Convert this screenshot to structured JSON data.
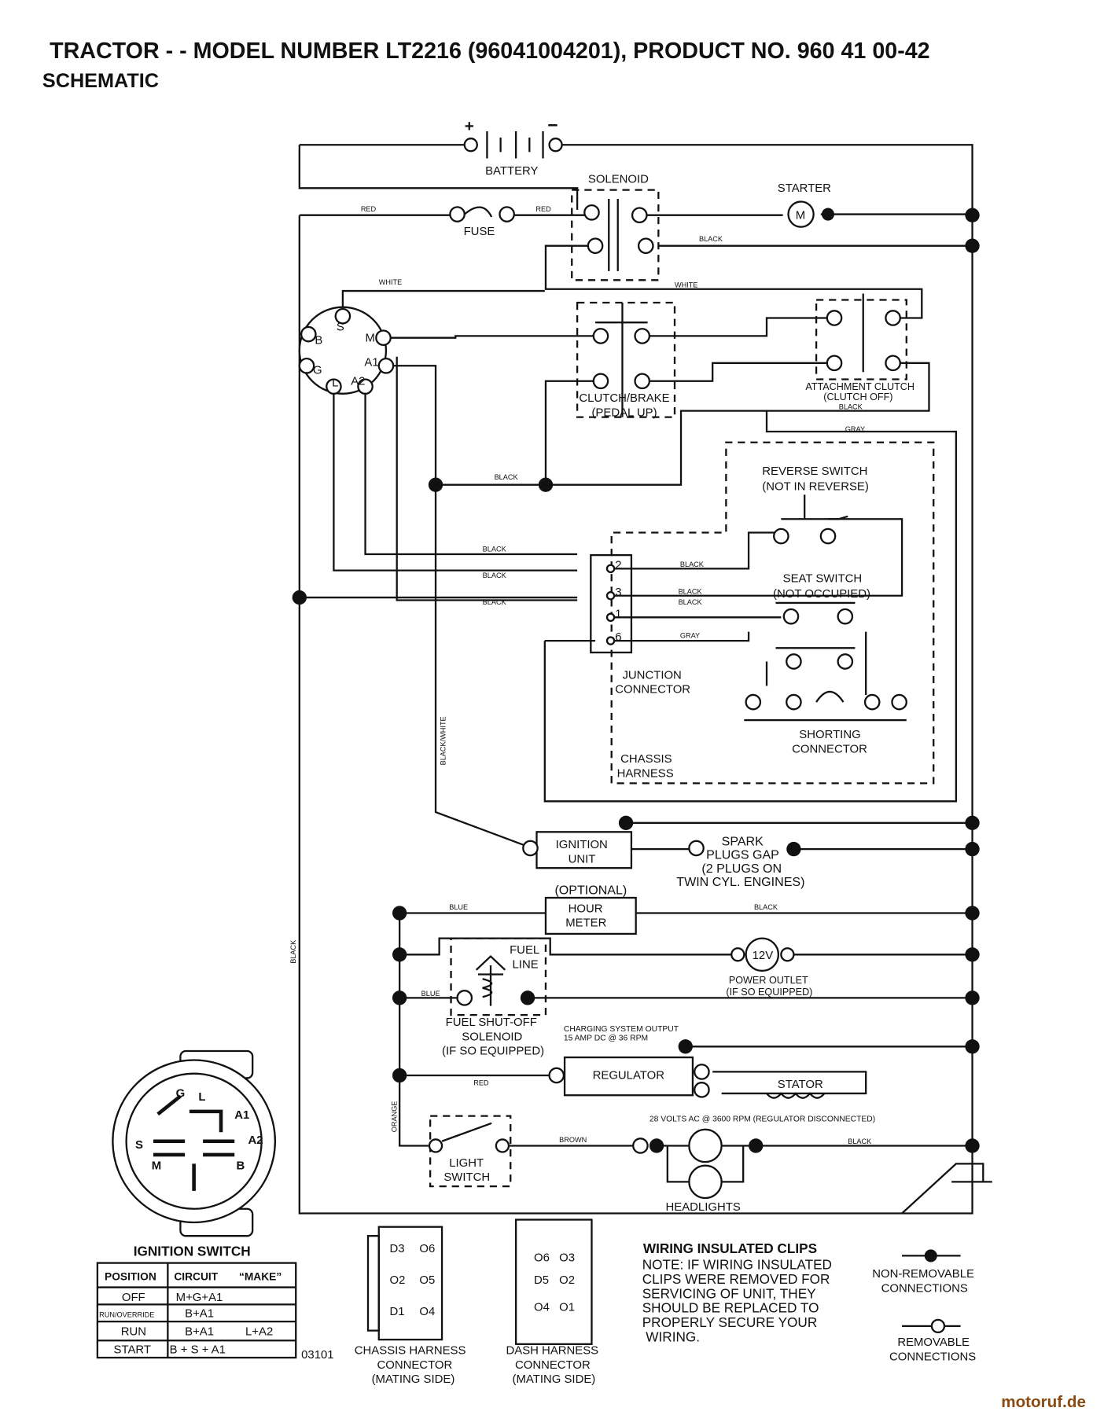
{
  "title": "TRACTOR - - MODEL NUMBER LT2216 (96041004201), PRODUCT NO. 960 41 00-42",
  "subtitle": "SCHEMATIC",
  "labels": {
    "battery": "BATTERY",
    "plus": "+",
    "minus": "−",
    "solenoid": "SOLENOID",
    "starter": "STARTER",
    "motor": "M",
    "fuse": "FUSE",
    "clutch1": "CLUTCH/BRAKE",
    "clutch2": "(PEDAL UP)",
    "attach1": "ATTACHMENT CLUTCH",
    "attach2": "(CLUTCH OFF)",
    "reverse1": "REVERSE SWITCH",
    "reverse2": "(NOT IN REVERSE)",
    "seat1": "SEAT SWITCH",
    "seat2": "(NOT OCCUPIED)",
    "junction1": "JUNCTION",
    "junction2": "CONNECTOR",
    "shorting1": "SHORTING",
    "shorting2": "CONNECTOR",
    "chassis1": "CHASSIS",
    "chassis2": "HARNESS",
    "ignunit1": "IGNITION",
    "ignunit2": "UNIT",
    "spark1": "SPARK",
    "spark2": "PLUGS GAP",
    "spark3": "(2 PLUGS ON",
    "spark4": "TWIN CYL. ENGINES)",
    "optional": "(OPTIONAL)",
    "hour1": "HOUR",
    "hour2": "METER",
    "fuel1": "FUEL",
    "fuel2": "LINE",
    "fss1": "FUEL SHUT-OFF",
    "fss2": "SOLENOID",
    "fss3": "(IF SO EQUIPPED)",
    "v12": "12V",
    "outlet1": "POWER OUTLET",
    "outlet2": "(IF SO EQUIPPED)",
    "charge1": "CHARGING SYSTEM OUTPUT",
    "charge2": "15 AMP DC @ 36 RPM",
    "regulator": "REGULATOR",
    "stator": "STATOR",
    "ac": "28 VOLTS AC @ 3600 RPM (REGULATOR DISCONNECTED)",
    "light1": "LIGHT",
    "light2": "SWITCH",
    "headlights": "HEADLIGHTS",
    "code": "03101"
  },
  "wires": {
    "red": "RED",
    "black": "BLACK",
    "white": "WHITE",
    "gray": "GRAY",
    "blue": "BLUE",
    "orange": "ORANGE",
    "brown": "BROWN",
    "bw": "BLACK/WHITE"
  },
  "terminals": {
    "S": "S",
    "B": "B",
    "G": "G",
    "L": "L",
    "A2": "A2",
    "A1": "A1",
    "M": "M",
    "j2": "2",
    "j3": "3",
    "j1": "1",
    "j6": "6"
  },
  "ignition_switch": {
    "title": "IGNITION SWITCH",
    "headers": [
      "POSITION",
      "CIRCUIT",
      "“MAKE”"
    ],
    "rows": [
      {
        "position": "OFF",
        "circuit": "M+G+A1",
        "make": ""
      },
      {
        "position": "RUN/OVERRIDE",
        "circuit": "B+A1",
        "make": ""
      },
      {
        "position": "RUN",
        "circuit": "B+A1",
        "make": "L+A2"
      },
      {
        "position": "START",
        "circuit": "B + S + A1",
        "make": ""
      }
    ],
    "face": [
      "G",
      "L",
      "A1",
      "S",
      "A2",
      "M",
      "B"
    ]
  },
  "connectors": {
    "chassis": [
      "CHASSIS HARNESS",
      "CONNECTOR",
      "(MATING SIDE)"
    ],
    "chassis_pins": [
      "D3",
      "O6",
      "O2",
      "O5",
      "D1",
      "O4"
    ],
    "dash": [
      "DASH HARNESS",
      "CONNECTOR",
      "(MATING SIDE)"
    ],
    "dash_pins": [
      "O6",
      "O3",
      "D5",
      "O2",
      "O4",
      "O1"
    ]
  },
  "note": {
    "title": "WIRING INSULATED CLIPS",
    "lines": [
      "NOTE: IF WIRING INSULATED",
      "CLIPS WERE REMOVED FOR",
      "SERVICING OF UNIT, THEY",
      "SHOULD BE REPLACED TO",
      "PROPERLY SECURE YOUR",
      "WIRING."
    ]
  },
  "legend": {
    "nonremovable": [
      "NON-REMOVABLE",
      "CONNECTIONS"
    ],
    "removable": [
      "REMOVABLE",
      "CONNECTIONS"
    ]
  },
  "watermark": "motoruf.de"
}
